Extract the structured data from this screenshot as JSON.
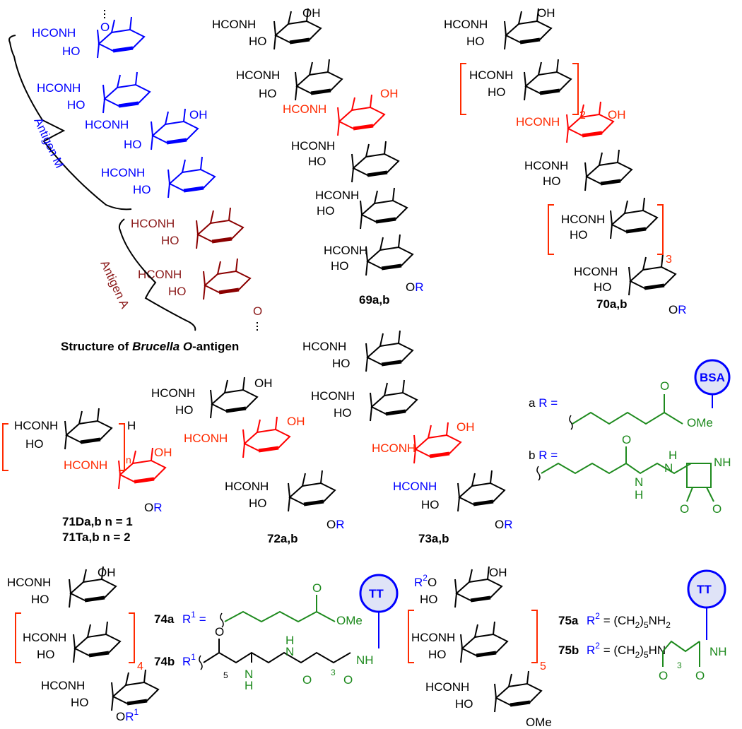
{
  "colors": {
    "black": "#000000",
    "blue": "#0000ff",
    "red": "#ff2a00",
    "darkred": "#8b1a1a",
    "green": "#1e8a1e",
    "bsa_fill": "#dfe3f7"
  },
  "groups": {
    "hconh": "HCONH",
    "ho": "HO",
    "oh": "OH",
    "o": "O",
    "h": "H",
    "or": "OR",
    "r": "R",
    "ome": "OMe"
  },
  "brucella": {
    "caption_prefix": "Structure of ",
    "caption_genus": "Brucella",
    "caption_mid": " ",
    "caption_o": "O",
    "caption_suffix": "-antigen",
    "antigen_m": "Antigen M",
    "antigen_a": "Antigen A"
  },
  "compounds": {
    "c69": "69a,b",
    "c70": "70a,b",
    "c70_n2": "2",
    "c70_n3": "3",
    "c71d": "71Da,b n = 1",
    "c71t": "71Ta,b n = 2",
    "c71_n": "n",
    "c72": "72a,b",
    "c73": "73a,b",
    "c74a": "74a",
    "c74b": "74b",
    "c74_n4": "4",
    "c75a": "75a",
    "c75b": "75b",
    "c75_n5": "5"
  },
  "r_defs": {
    "a_prefix": "a",
    "b_prefix": "b",
    "r_eq": "R =",
    "bsa": "BSA",
    "nh": "NH",
    "h": "H",
    "n": "N",
    "o": "O"
  },
  "tt": {
    "label": "TT",
    "r1": "R",
    "sup1": "1",
    "eq": "=",
    "sub5": "5",
    "sub3": "3",
    "r2": "R",
    "sup2": "2",
    "ch2_5nh2_a": "(CH",
    "ch2_5nh2_b": "2",
    "ch2_5nh2_c": ")",
    "ch2_5nh2_d": "5",
    "ch2_5nh2_e": "NH",
    "ch2_5nh2_f": "2",
    "ch2_5hn_e": "HN"
  }
}
